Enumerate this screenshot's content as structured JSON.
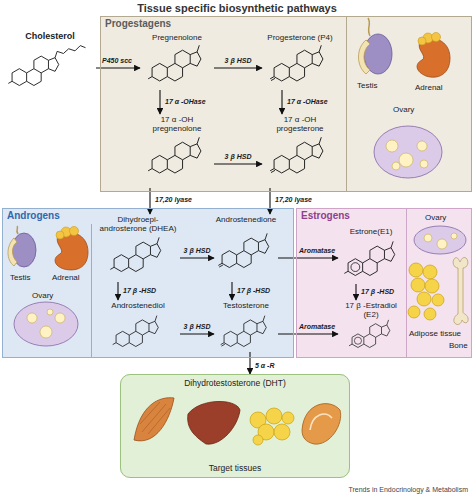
{
  "diagram": {
    "title": "Tissue specific biosynthetic pathways",
    "caption": "Trends in Endocrinology & Metabolism",
    "nodes": [
      {
        "text": [
          "Cholesterol"
        ]
      },
      {
        "text": [
          "Progestagens"
        ]
      },
      {
        "text": [
          "Pregnenolone"
        ],
        "in": 1
      },
      {
        "text": [
          "Progesterone (P4)"
        ],
        "in": 1
      },
      {
        "text": [
          "17 α -OH pregnenolone"
        ],
        "in": 1
      },
      {
        "text": [
          "17 α -OH progesterone"
        ],
        "in": 1
      },
      {
        "text": [
          "Testis",
          "Adrenal",
          "Ovary"
        ],
        "in": 1
      },
      {
        "text": [
          "Androgens"
        ]
      },
      {
        "text": [
          "Testis",
          "Adrenal",
          "Ovary"
        ],
        "in": 7
      },
      {
        "text": [
          "Dihydroepi- androsterone (DHEA)"
        ],
        "in": 7
      },
      {
        "text": [
          "Androstenedione"
        ],
        "in": 7
      },
      {
        "text": [
          "Androstenediol"
        ],
        "in": 7
      },
      {
        "text": [
          "Testosterone"
        ],
        "in": 7
      },
      {
        "text": [
          "Estrogens"
        ]
      },
      {
        "text": [
          "Estrone(E1)"
        ],
        "in": 13
      },
      {
        "text": [
          "17 β -Estradiol (E2)"
        ],
        "in": 13
      },
      {
        "text": [
          "Ovary",
          "Adipose tissue",
          "Bone"
        ],
        "in": 13
      },
      {
        "text": [
          "Dihydrotestosterone (DHT)",
          "Target tissues"
        ]
      }
    ],
    "edges": [
      {
        "from": 0,
        "to": 2,
        "label": "P450 scc",
        "arrow": "to"
      },
      {
        "from": 2,
        "to": 3,
        "label": "3 β HSD",
        "arrow": "to"
      },
      {
        "from": 2,
        "to": 4,
        "label": "17 α -OHase",
        "arrow": "to"
      },
      {
        "from": 3,
        "to": 5,
        "label": "17 α -OHase",
        "arrow": "to"
      },
      {
        "from": 4,
        "to": 5,
        "label": "3 β HSD",
        "arrow": "to"
      },
      {
        "from": 4,
        "to": 9,
        "label": "17,20 lyase",
        "arrow": "to"
      },
      {
        "from": 5,
        "to": 10,
        "label": "17,20 lyase",
        "arrow": "to"
      },
      {
        "from": 9,
        "to": 10,
        "label": "3 β HSD",
        "arrow": "to"
      },
      {
        "from": 9,
        "to": 11,
        "label": "17 β -HSD",
        "arrow": "to"
      },
      {
        "from": 10,
        "to": 12,
        "label": "17 β -HSD",
        "arrow": "to"
      },
      {
        "from": 11,
        "to": 12,
        "label": "3 β HSD",
        "arrow": "to"
      },
      {
        "from": 10,
        "to": 14,
        "label": "Aromatase",
        "arrow": "to"
      },
      {
        "from": 12,
        "to": 15,
        "label": "Aromatase",
        "arrow": "to"
      },
      {
        "from": 14,
        "to": 15,
        "label": "17 β -HSD",
        "arrow": "to"
      },
      {
        "from": 12,
        "to": 17,
        "label": "5 α -R",
        "arrow": "to"
      }
    ]
  }
}
